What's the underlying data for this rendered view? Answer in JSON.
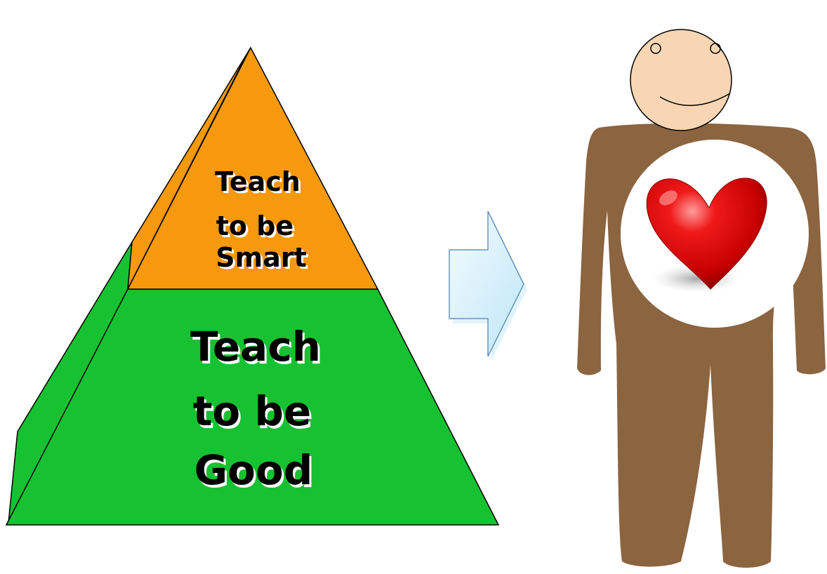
{
  "pyramid": {
    "top_label_lines": [
      "Teach",
      "to be",
      "Smart"
    ],
    "bottom_label_lines": [
      "Teach",
      "to be",
      "Good"
    ],
    "colors": {
      "top_fill": "#F7990C",
      "bottom_fill": "#16C232",
      "outline": "#000000"
    }
  },
  "arrow": {
    "direction": "right",
    "colors": {
      "fill_light": "#F3FBFF",
      "fill_dark": "#BFE6F7",
      "outline": "#3C6FA8"
    }
  },
  "person": {
    "colors": {
      "face": "#F8D6B3",
      "body": "#8B6440",
      "chest_circle": "#FFFFFF",
      "heart": "#D80000",
      "heart_highlight": "#FF8A8A"
    },
    "icons": [
      "smiley-face",
      "heart-icon"
    ]
  }
}
